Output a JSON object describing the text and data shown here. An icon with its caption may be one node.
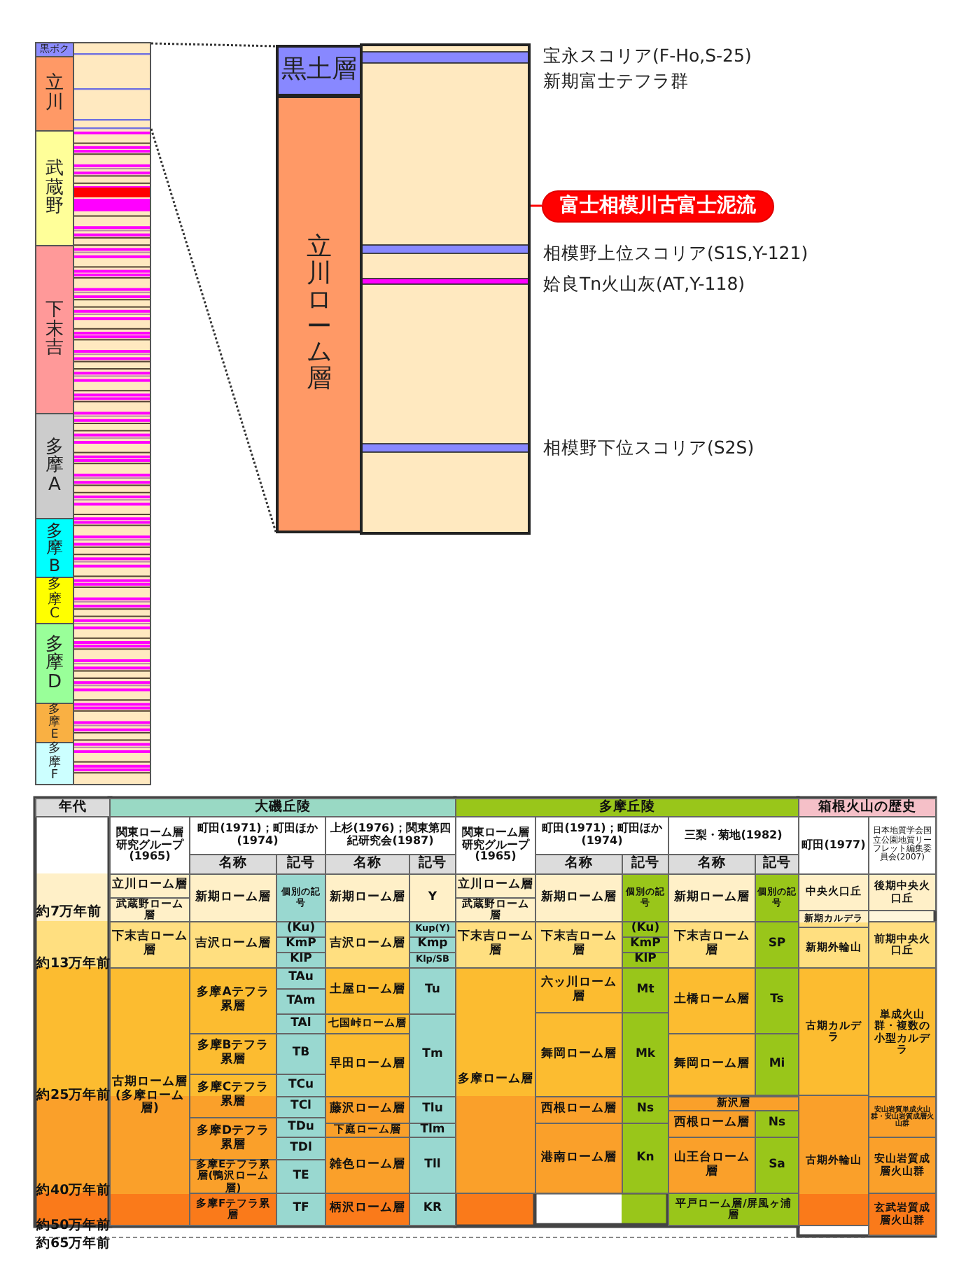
{
  "diagram": {
    "nodes": [
      {
        "text": [
          "黒ボク"
        ]
      },
      {
        "text": [
          "立川"
        ]
      },
      {
        "text": [
          "武蔵野"
        ]
      },
      {
        "text": [
          "下末吉"
        ]
      },
      {
        "text": [
          "多摩A"
        ]
      },
      {
        "text": [
          "多摩B"
        ]
      },
      {
        "text": [
          "多摩C"
        ]
      },
      {
        "text": [
          "多摩D"
        ]
      },
      {
        "text": [
          "多摩E"
        ]
      },
      {
        "text": [
          "多摩F"
        ]
      },
      {
        "text": [
          "黒土層"
        ]
      },
      {
        "text": [
          "立川ローム層"
        ]
      },
      {
        "text": [
          "富士相模川古富士泥流"
        ]
      },
      {
        "text": [],
        "shape": "bar"
      },
      {
        "text": [],
        "shape": "bar"
      }
    ],
    "edges": [
      {
        "from": 12,
        "to": 14,
        "arrow": "none",
        "color": "#ff0000"
      },
      {
        "from": 13,
        "to": 10,
        "arrow": "none",
        "style": "dashed"
      },
      {
        "from": 13,
        "to": 11,
        "arrow": "none",
        "style": "dashed"
      }
    ],
    "labels": [
      "宝永スコリア(F-Ho,S-25)",
      "新期富士テフラ群",
      "相模野上位スコリア(S1S,Y-121)",
      "姶良Tn火山灰(AT,Y-118)",
      "相模野下位スコリア(S2S)",
      "年代",
      "大磯丘陵",
      "多摩丘陵",
      "箱根火山の歴史",
      "関東ローム層研究グループ(1965)",
      "町田(1971)；町田ほか(1974)",
      "上杉(1976)；関東第四紀研究会(1987)",
      "関東ローム層研究グループ(1965)",
      "町田(1971)；町田ほか(1974)",
      "三梨・菊地(1982)",
      "町田(1977)",
      "日本地質学会国立公園地質リーフレット編集委員会(2007)",
      "名称",
      "記号",
      "名称",
      "記号",
      "名称",
      "記号",
      "名称",
      "記号",
      "立川ローム層",
      "新期ローム層",
      "個別の記号",
      "新期ローム層",
      "Y",
      "立川ローム層",
      "新期ローム層",
      "個別の記号",
      "新期ローム層",
      "個別の記号",
      "中央火口丘",
      "後期中央火口丘",
      "武蔵野ローム層",
      "武蔵野ローム層",
      "新期カルデラ",
      "約7万年前",
      "下末吉ローム層",
      "吉沢ローム層",
      "(Ku)",
      "吉沢ローム層",
      "Kup(Y)",
      "下末吉ローム層",
      "下末吉ローム層",
      "(Ku)",
      "下末吉ローム層",
      "SP",
      "新期外輪山",
      "前期中央火口丘",
      "KmP",
      "Kmp",
      "KmP",
      "KlP",
      "Klp/SB",
      "KlP",
      "約13万年前",
      "多摩Aテフラ累層",
      "TAu",
      "土屋ローム層",
      "Tu",
      "六ッ川ローム層",
      "Mt",
      "土橋ローム層",
      "Ts",
      "古期カルデラ",
      "単成火山群・複数の小型カルデラ",
      "TAm",
      "TAl",
      "七国峠ローム層",
      "Tm",
      "舞岡ローム層",
      "Mk",
      "多摩Bテフラ累層",
      "TB",
      "早田ローム層",
      "舞岡ローム層",
      "Mi",
      "多摩Cテフラ累層",
      "TCu",
      "古期ローム層(多摩ローム層)",
      "多摩ローム層",
      "約25万年前",
      "TCl",
      "藤沢ローム層",
      "Tlu",
      "西根ローム層",
      "Ns",
      "新沢層",
      "多摩Dテフラ累層",
      "TDu",
      "下庭ローム層",
      "Tlm",
      "西根ローム層",
      "Ns",
      "安山岩質単成火山群・安山岩質成層火山群",
      "TDl",
      "雑色ローム層",
      "Tll",
      "港南ローム層",
      "Kn",
      "山王台ローム層",
      "Sa",
      "古期外輪山",
      "安山岩質成層火山群",
      "多摩Eテフラ累層(鴨沢ローム層)",
      "TE",
      "約40万年前",
      "多摩Fテフラ累層",
      "TF",
      "柄沢ローム層",
      "KR",
      "平戸ローム層/屏風ヶ浦層",
      "玄武岩質成層火山群",
      "約50万年前",
      "約65万年前"
    ]
  }
}
